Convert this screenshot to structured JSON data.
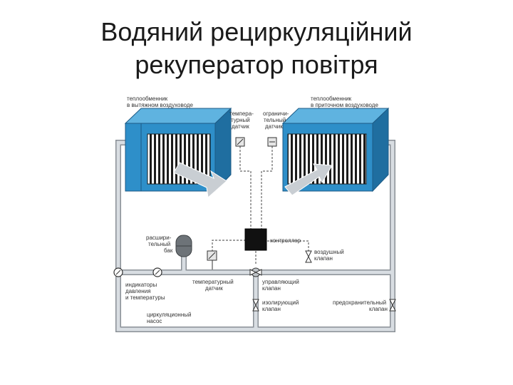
{
  "title": {
    "line1": "Водяний рециркуляційний",
    "line2": "рекуператор повітря"
  },
  "diagram": {
    "labels": {
      "hx_exhaust": [
        "теплообменник",
        "в вытяжном воздуховоде"
      ],
      "hx_supply": [
        "теплообменник",
        "в приточном воздуховоде"
      ],
      "temp_sensor_top": [
        "темпера-",
        "турный",
        "датчик"
      ],
      "limit_sensor": [
        "ограничи-",
        "тельный",
        "датчик"
      ],
      "expansion_tank": [
        "расшири-",
        "тельный",
        "бак"
      ],
      "controller": [
        "контроллер"
      ],
      "air_valve": [
        "воздушный",
        "клапан"
      ],
      "temp_sensor_bottom": [
        "температурный",
        "датчик"
      ],
      "indicators": [
        "индикаторы",
        "давления",
        "и температуры"
      ],
      "control_valve": [
        "управляющий",
        "клапан"
      ],
      "shutoff_valve": [
        "изолирующий",
        "клапан"
      ],
      "safety_valve": [
        "предохранительный",
        "клапан"
      ],
      "pump": [
        "циркуляционный",
        "насос"
      ]
    },
    "colors": {
      "box_front": "#2e8fc9",
      "box_top": "#5fb3e0",
      "box_side": "#1f6ea0",
      "pipe": "#d8dde2",
      "pipe_outline": "#8a9096",
      "arrow": "#c9ced3"
    }
  }
}
